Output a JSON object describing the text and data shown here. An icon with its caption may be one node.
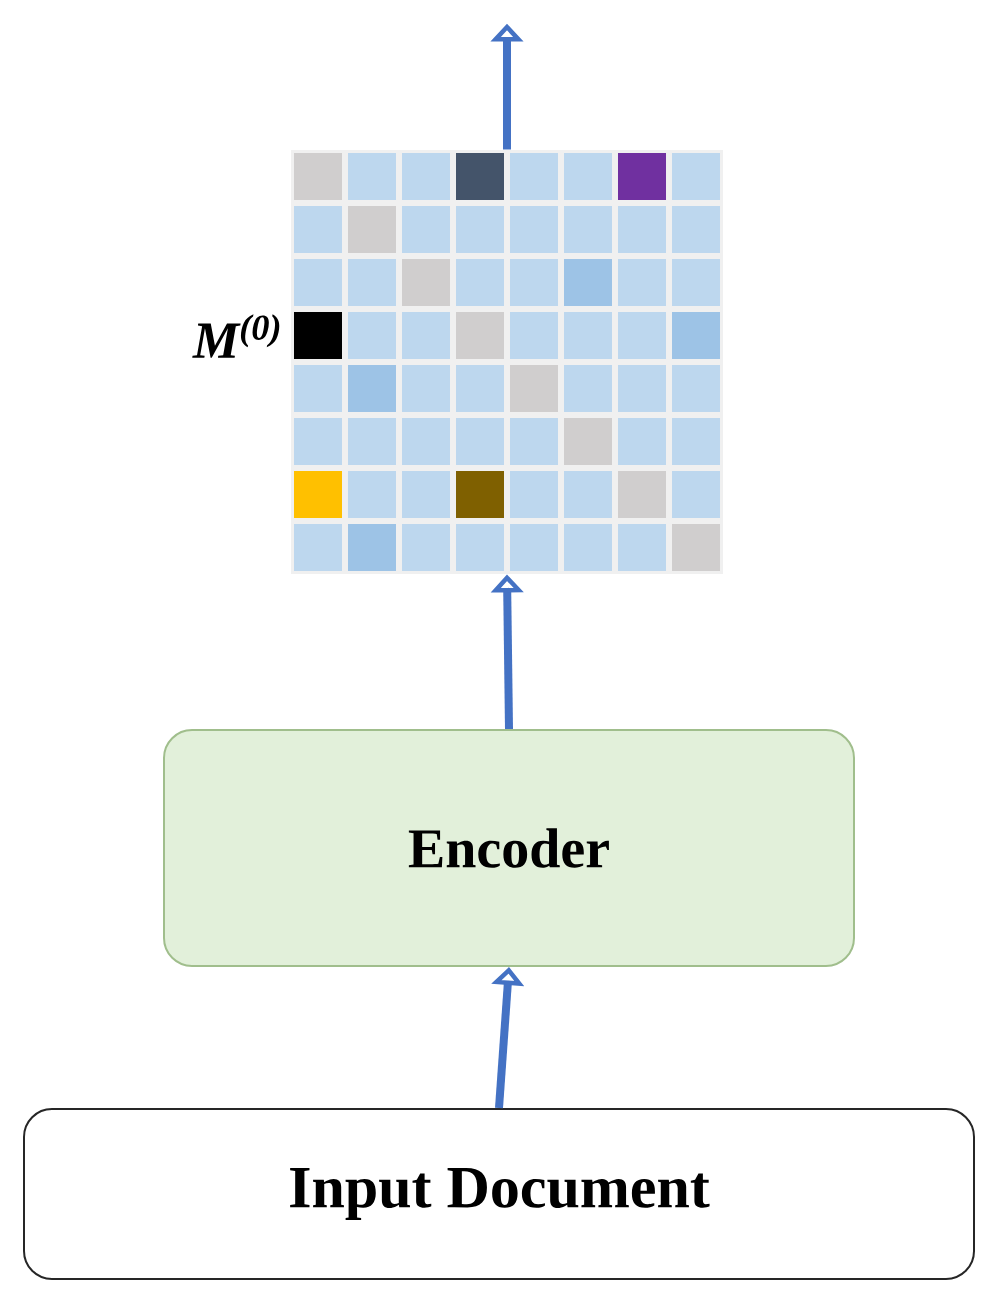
{
  "diagram": {
    "nodes": [
      {
        "text": [
          "Input Document"
        ]
      },
      {
        "text": [
          "Encoder"
        ]
      },
      {
        "text": [],
        "shape": "grid",
        "beside": [
          "M$^{(0)}$"
        ]
      }
    ],
    "edges": [
      {
        "from": 0,
        "to": 1,
        "arrow": "to"
      },
      {
        "from": 1,
        "to": 2,
        "arrow": "to"
      },
      {
        "from": 2,
        "to": null,
        "arrow": "to"
      }
    ]
  }
}
